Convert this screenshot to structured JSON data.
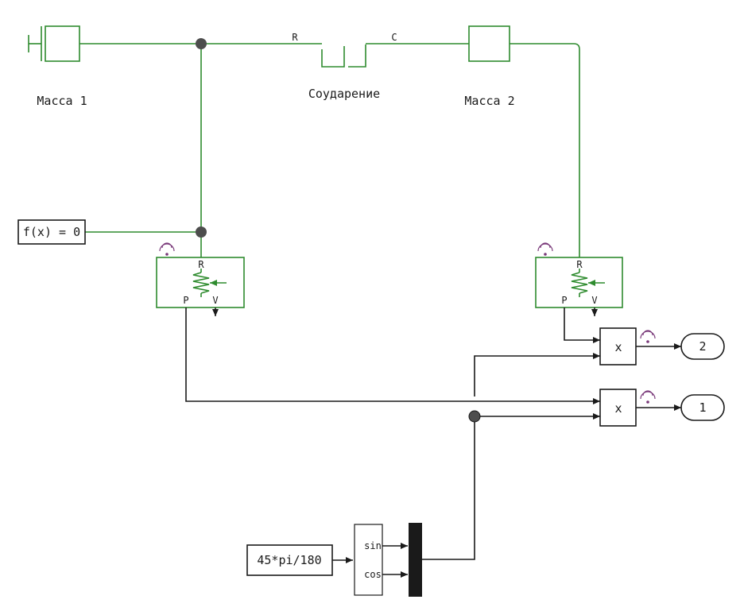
{
  "colors": {
    "physical": "#2e8b2e",
    "signal": "#1a1a1a",
    "node": "#4d4d4d",
    "wireless": "#7a3a7a",
    "mux": "#1a1a1a"
  },
  "labels": {
    "mass1": "Масса 1",
    "mass2": "Масса 2",
    "collision": "Соударение",
    "collision_port_r": "R",
    "collision_port_c": "C",
    "solver": "f(x) = 0",
    "sensor1_r": "R",
    "sensor1_p": "P",
    "sensor1_v": "V",
    "sensor2_r": "R",
    "sensor2_p": "P",
    "sensor2_v": "V",
    "product_top": "x",
    "product_bottom": "x",
    "outport_2": "2",
    "outport_1": "1",
    "constant": "45*pi/180",
    "trig_sin": "sin",
    "trig_cos": "cos"
  },
  "icons": {
    "ground": "mechanical-reference-icon",
    "sensor": "motion-sensor-icon",
    "wireless": "wireless-signal-icon"
  }
}
